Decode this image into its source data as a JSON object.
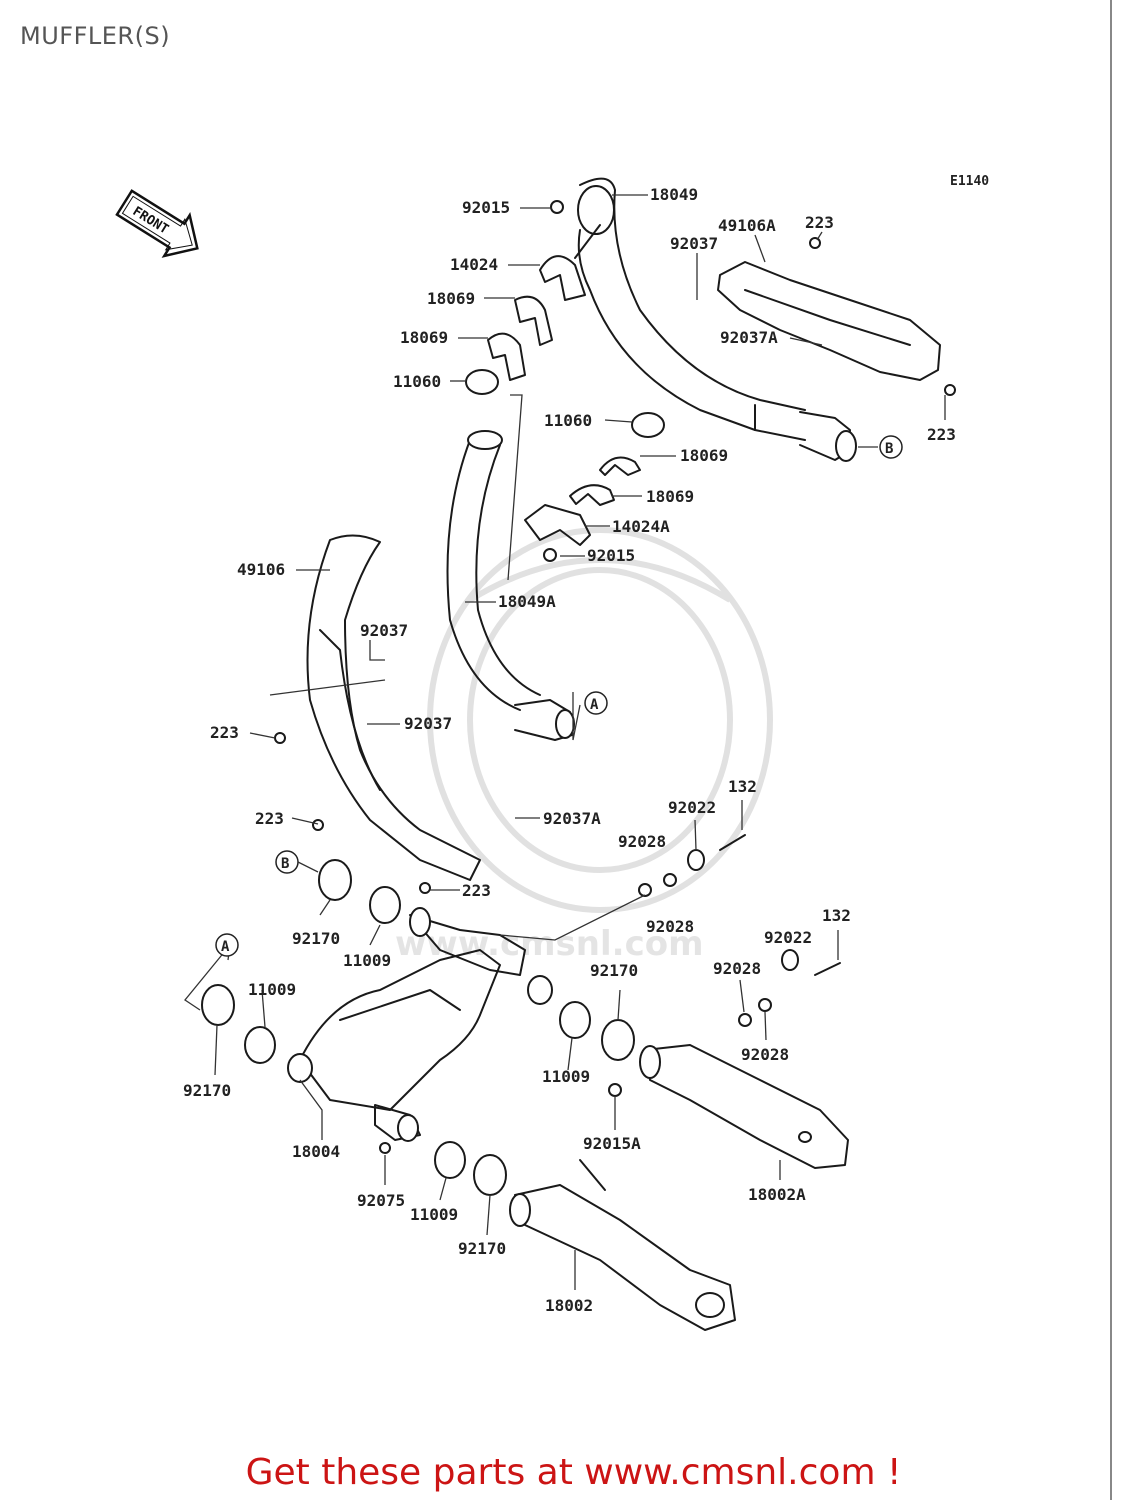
{
  "title": "MUFFLER(S)",
  "promo": "Get these parts at www.cmsnl.com !",
  "diagram_code": "E1140",
  "front_label": "FRONT",
  "callouts": {
    "A": "A",
    "B": "B"
  },
  "labels": [
    "92015",
    "18049",
    "49106A",
    "223",
    "14024",
    "92037",
    "18069",
    "18069",
    "92037A",
    "11060",
    "223",
    "11060",
    "18069",
    "18069",
    "14024A",
    "92015",
    "49106",
    "18049A",
    "92037",
    "92037",
    "223",
    "132",
    "92022",
    "223",
    "92037A",
    "92028",
    "223",
    "92028",
    "92170",
    "11009",
    "132",
    "92022",
    "92170",
    "92028",
    "11009",
    "92028",
    "11009",
    "92170",
    "92015A",
    "18004",
    "18002A",
    "92075",
    "11009",
    "92170",
    "18002"
  ],
  "watermark_text": "www.cmsnl.com"
}
